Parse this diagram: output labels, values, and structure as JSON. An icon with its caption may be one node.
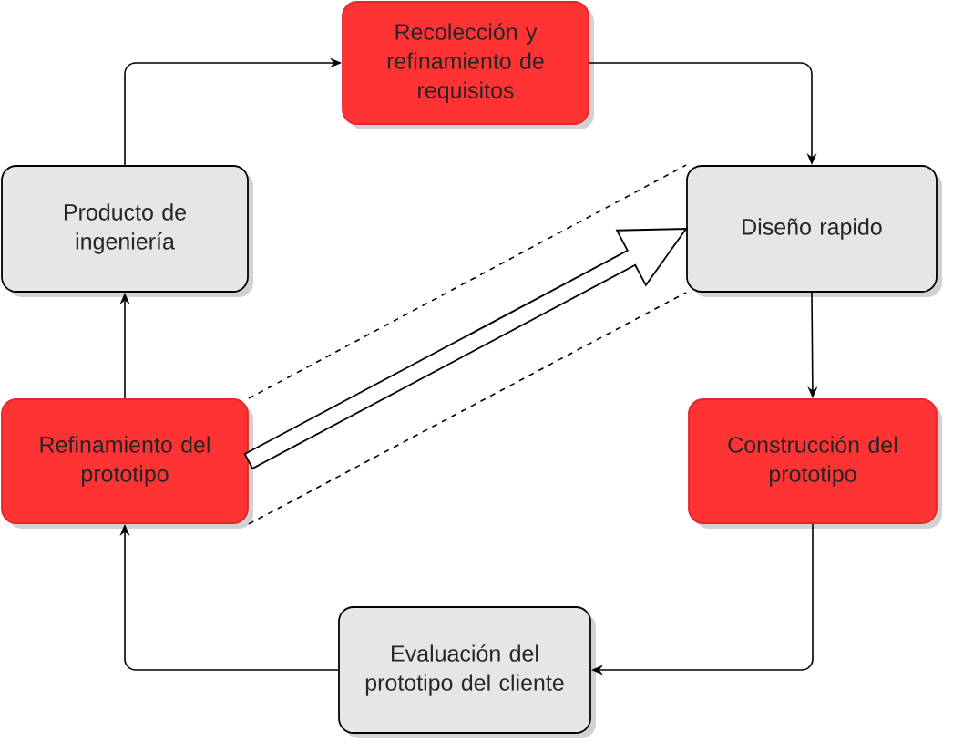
{
  "diagram": {
    "nodes": [
      {
        "text": [
          "Recolección y refinamiento de requisitos"
        ]
      },
      {
        "text": [
          "Producto de ingeniería"
        ]
      },
      {
        "text": [
          "Diseño rapido"
        ]
      },
      {
        "text": [
          "Refinamiento del prototipo"
        ]
      },
      {
        "text": [
          "Construcción del prototipo"
        ]
      },
      {
        "text": [
          "Evaluación del prototipo del cliente"
        ]
      }
    ],
    "edges": [
      {
        "from": 1,
        "to": 0,
        "arrow": "to"
      },
      {
        "from": 0,
        "to": 2,
        "arrow": "to"
      },
      {
        "from": 2,
        "to": 4,
        "arrow": "to"
      },
      {
        "from": 4,
        "to": 5,
        "arrow": "to"
      },
      {
        "from": 5,
        "to": 3,
        "arrow": "to"
      },
      {
        "from": 3,
        "to": 1,
        "arrow": "to"
      },
      {
        "from": 3,
        "to": 2,
        "arrow": "to",
        "style": "thick"
      },
      {
        "from": 3,
        "to": 2,
        "arrow": "none",
        "style": "dashed"
      },
      {
        "from": 3,
        "to": 2,
        "arrow": "none",
        "style": "dashed"
      }
    ]
  }
}
